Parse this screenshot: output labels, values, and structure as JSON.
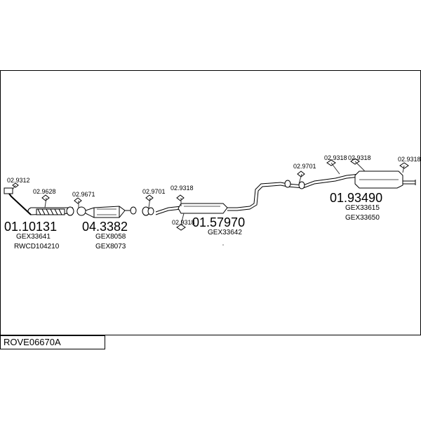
{
  "title": "ROVE06670A",
  "parts": {
    "p1": {
      "number": "01.10131",
      "refs": [
        "GEX33641",
        "RWCD104210"
      ]
    },
    "p2": {
      "number": "04.3382",
      "refs": [
        "GEX8058",
        "GEX8073"
      ]
    },
    "p3": {
      "number": "01.57970",
      "refs": [
        "GEX33642"
      ]
    },
    "p4": {
      "number": "01.93490",
      "refs": [
        "GEX33615",
        "GEX33650"
      ]
    }
  },
  "fittings": {
    "f1": "02.9312",
    "f2": "02.9628",
    "f3": "02.9671",
    "f4": "02.9701",
    "f5": "02.9318",
    "f6": "02.9318",
    "f7": "02.9701",
    "f8": "02.9318",
    "f9": "02.9318",
    "f10": "02.9318"
  }
}
